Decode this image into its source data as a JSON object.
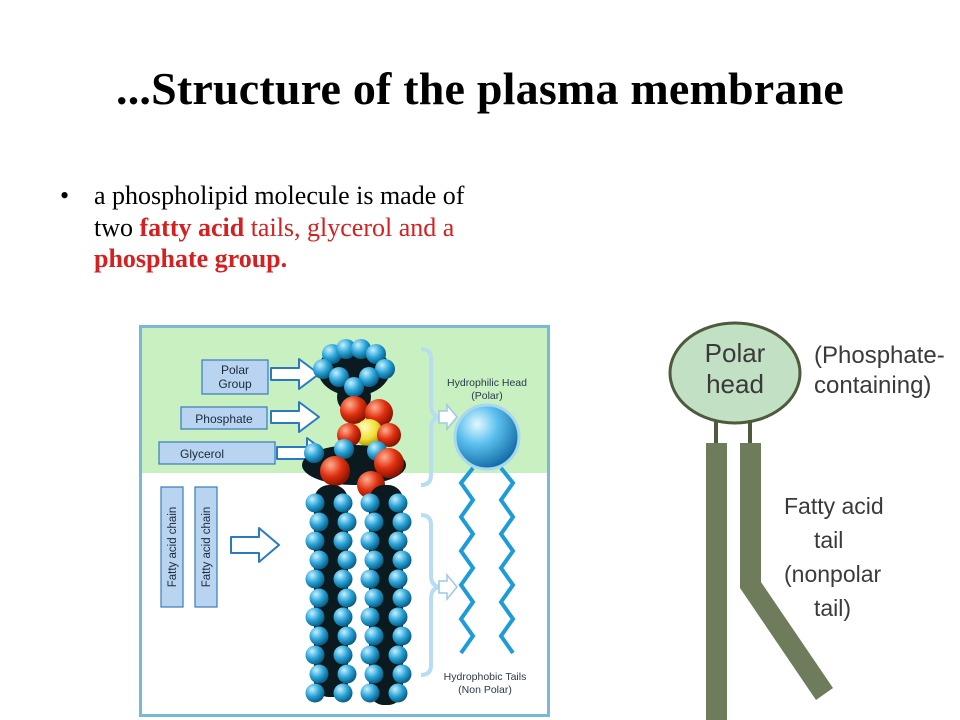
{
  "slide": {
    "title": "...Structure of the plasma membrane",
    "bullet": {
      "marker": "•",
      "part1": "a phospholipid molecule is made of two ",
      "part2": "fatty acid",
      "part3": " tails, ",
      "part4": "glycerol and a ",
      "part5": "phosphate group."
    }
  },
  "phospholipid_model": {
    "labels": {
      "polar_line1": "Polar",
      "polar_line2": "Group",
      "phosphate": "Phosphate",
      "glycerol": "Glycerol",
      "fatty_acid_chain_1": "Fatty acid chain",
      "fatty_acid_chain_2": "Fatty acid chain",
      "head_line1": "Hydrophilic Head",
      "head_line2": "(Polar)",
      "tails_line1": "Hydrophobic Tails",
      "tails_line2": "(Non Polar)"
    },
    "colors": {
      "head_region": "#c8f0c0",
      "tail_region": "#ffffff",
      "frame": "#7ab8d8",
      "label_box": "#b8d4f0",
      "atom_blue": "#2aa4d8",
      "atom_black": "#0a1a1e",
      "atom_red": "#e03010",
      "atom_yellow": "#f0e030"
    }
  },
  "schematic": {
    "head_line1": "Polar",
    "head_line2": "head",
    "head_note_line1": "(Phosphate-",
    "head_note_line2": "containing)",
    "tail_line1": "Fatty acid",
    "tail_line2": "tail",
    "tail_line3": "(nonpolar",
    "tail_line4": "tail)",
    "colors": {
      "head_fill": "#c2e0c4",
      "tail_fill": "#6f7c5c"
    }
  }
}
